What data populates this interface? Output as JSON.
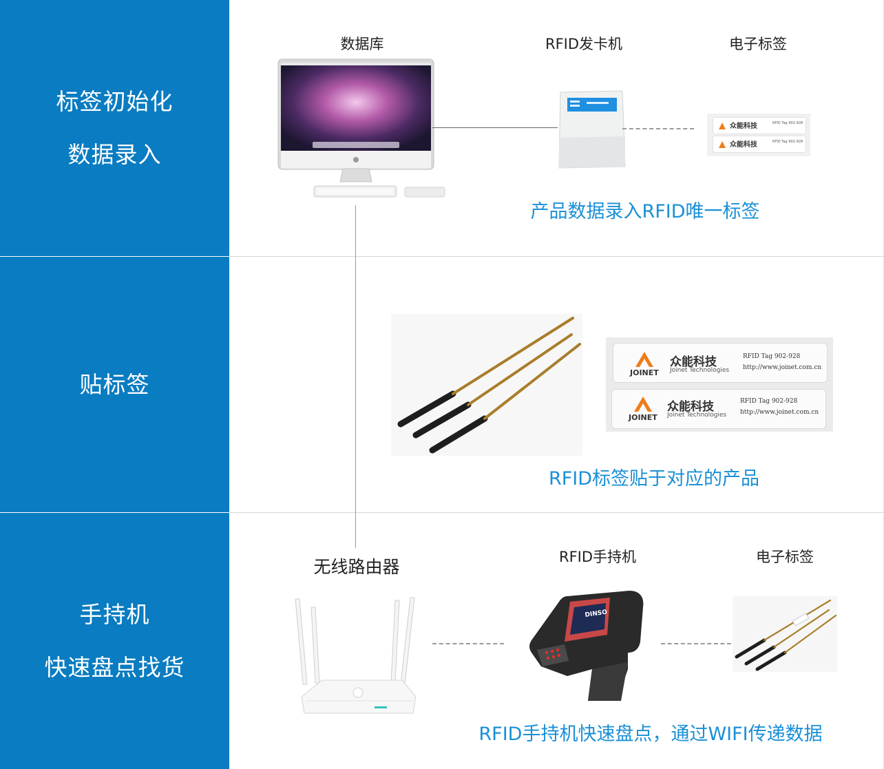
{
  "sections": [
    {
      "lines": [
        "标签初始化",
        "数据录入"
      ]
    },
    {
      "lines": [
        "贴标签"
      ]
    },
    {
      "lines": [
        "手持机",
        "快速盘点找货"
      ]
    }
  ],
  "row1": {
    "label_database": "数据库",
    "label_card_issuer": "RFID发卡机",
    "label_tag": "电子标签",
    "caption": "产品数据录入RFID唯一标签"
  },
  "row2": {
    "caption": "RFID标签贴于对应的产品"
  },
  "row3": {
    "label_router": "无线路由器",
    "label_handheld": "RFID手持机",
    "label_tag": "电子标签",
    "caption": "RFID手持机快速盘点，通过WIFI传递数据"
  },
  "tag_label": {
    "brand_cn": "众能科技",
    "brand_en": "JOINET",
    "brand_sub": "Joinet Technologies",
    "model": "RFID Tag 902-928",
    "url": "http://www.joinet.com.cn"
  },
  "handheld_brand": "DINSO",
  "colors": {
    "sidebar": "#0a7cc1",
    "caption": "#1a8fd6",
    "logo_orange": "#ef7d1a"
  }
}
